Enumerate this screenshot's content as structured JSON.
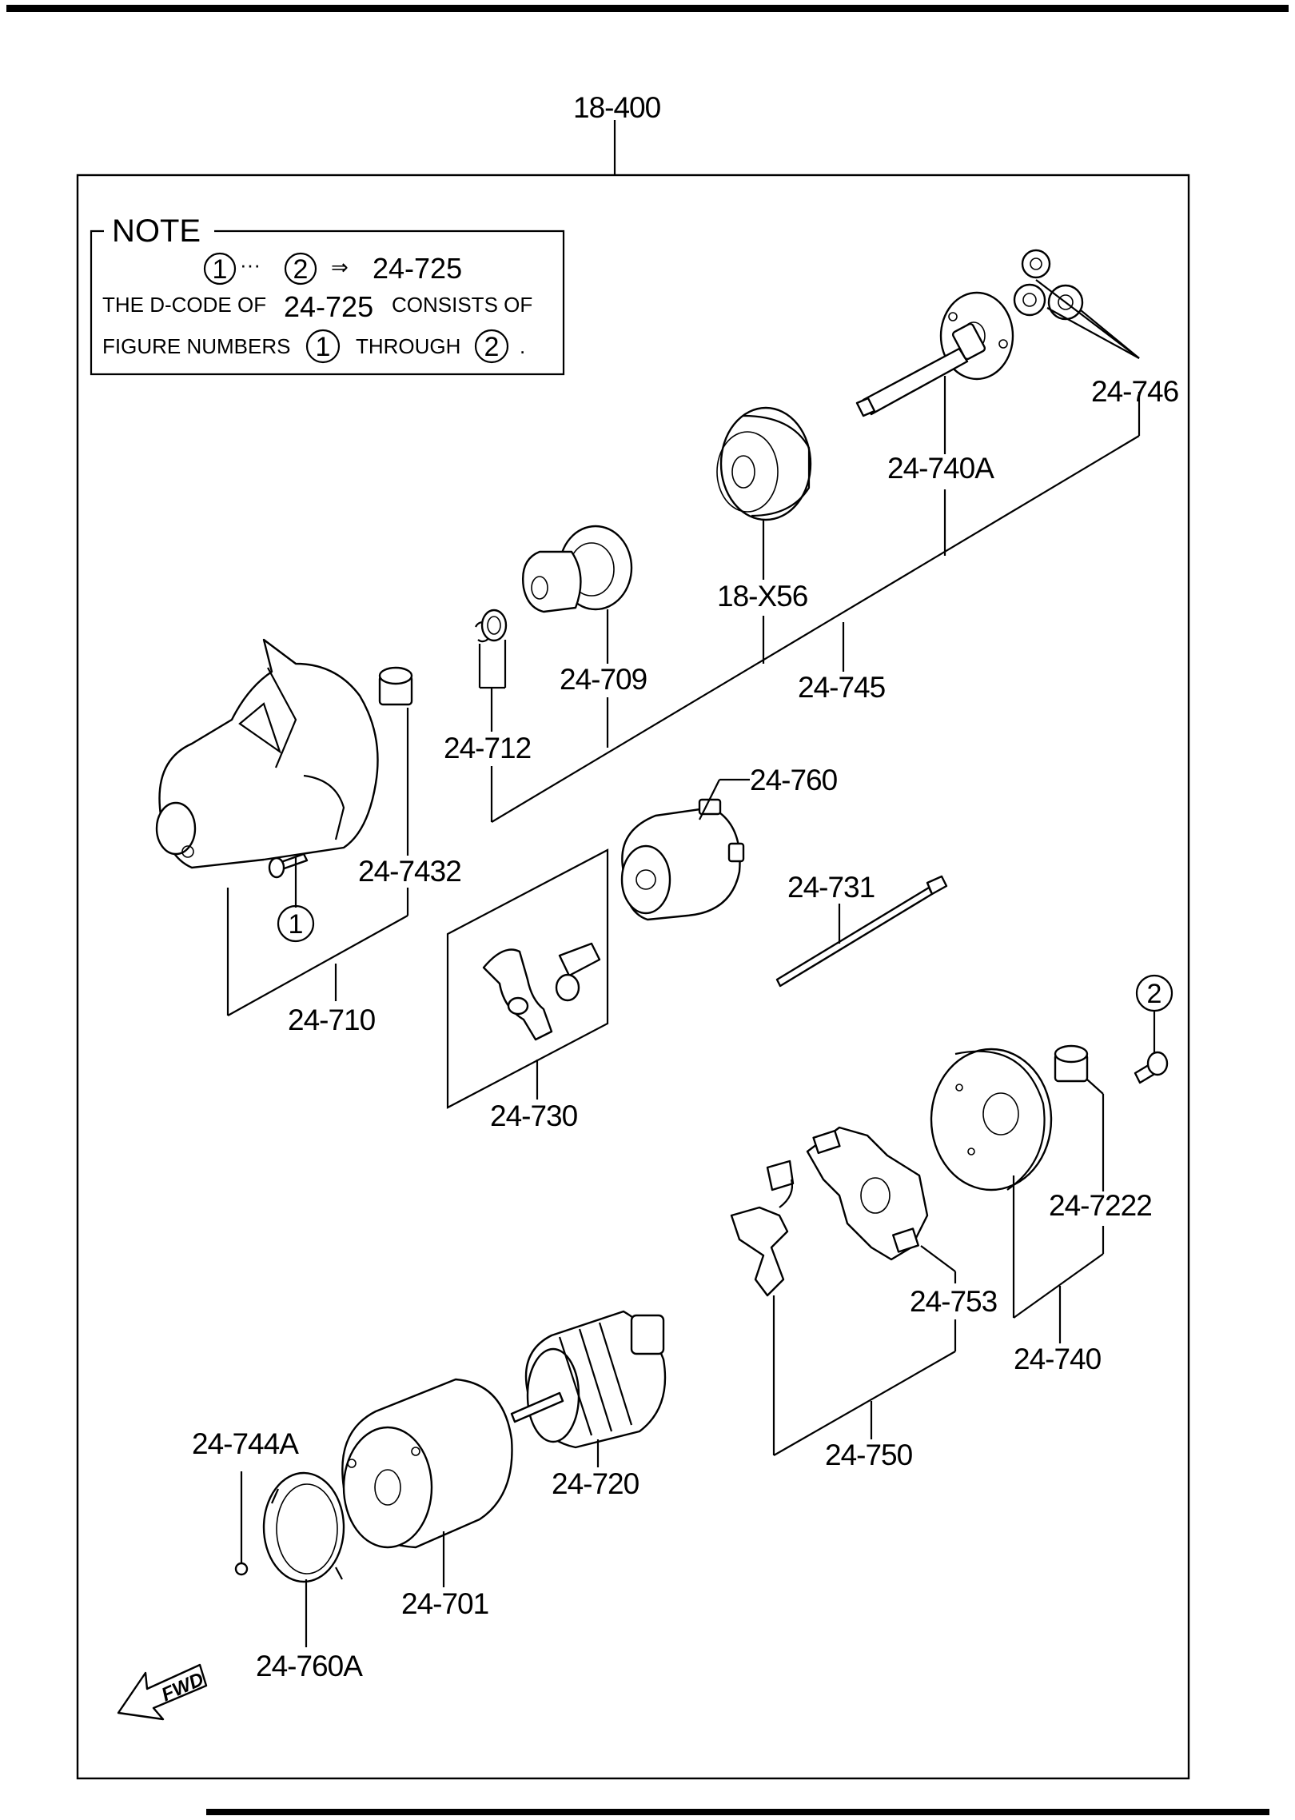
{
  "parts": {
    "p18_400": "18-400",
    "p24_746": "24-746",
    "p24_740A": "24-740A",
    "p18_X56": "18-X56",
    "p24_709": "24-709",
    "p24_745": "24-745",
    "p24_712": "24-712",
    "p24_760": "24-760",
    "p24_7432": "24-7432",
    "p24_731": "24-731",
    "p24_710": "24-710",
    "p24_730": "24-730",
    "p24_7222": "24-7222",
    "p24_753": "24-753",
    "p24_740": "24-740",
    "p24_744A": "24-744A",
    "p24_720": "24-720",
    "p24_750": "24-750",
    "p24_701": "24-701",
    "p24_760A": "24-760A"
  },
  "note": {
    "title": "NOTE",
    "circle_1": "1",
    "circle_2": "2",
    "ellipsis": "···",
    "arrow": "⇒",
    "code": "24-725",
    "line2_prefix": "THE D-CODE OF",
    "line2_code": "24-725",
    "line2_suffix": "CONSISTS OF",
    "line3_prefix": "FIGURE NUMBERS",
    "line3_mid": "THROUGH",
    "line3_end": "."
  },
  "callouts": {
    "circle_1": "1",
    "circle_2": "2"
  },
  "fwd_label": "FWD"
}
